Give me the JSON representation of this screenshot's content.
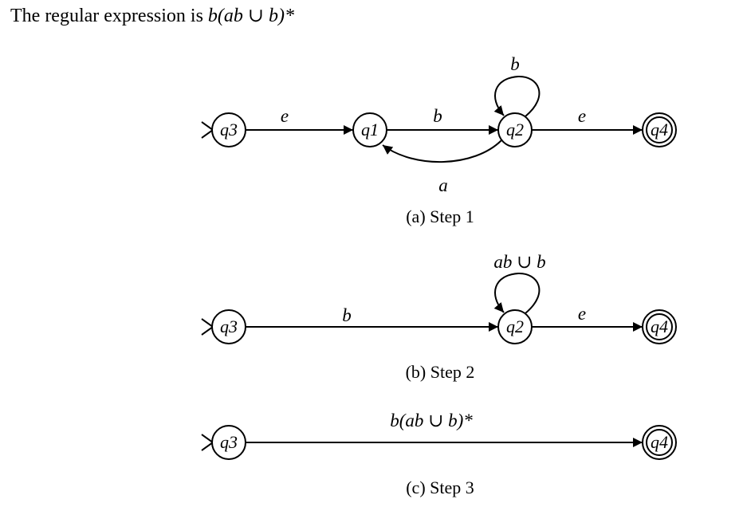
{
  "intro": {
    "text": "The regular expression is ",
    "expression": "b(ab ∪ b)*"
  },
  "steps": [
    {
      "caption": "(a) Step 1",
      "states": {
        "q3": "q3",
        "q1": "q1",
        "q2": "q2",
        "q4": "q4"
      },
      "edges": {
        "q3_q1": "e",
        "q1_q2": "b",
        "q2_q4": "e",
        "q2_q1": "a",
        "q2_loop": "b"
      }
    },
    {
      "caption": "(b) Step 2",
      "states": {
        "q3": "q3",
        "q2": "q2",
        "q4": "q4"
      },
      "edges": {
        "q3_q2": "b",
        "q2_q4": "e",
        "q2_loop": "ab ∪ b"
      }
    },
    {
      "caption": "(c) Step 3",
      "states": {
        "q3": "q3",
        "q4": "q4"
      },
      "edges": {
        "q3_q4": "b(ab ∪ b)*"
      }
    }
  ]
}
